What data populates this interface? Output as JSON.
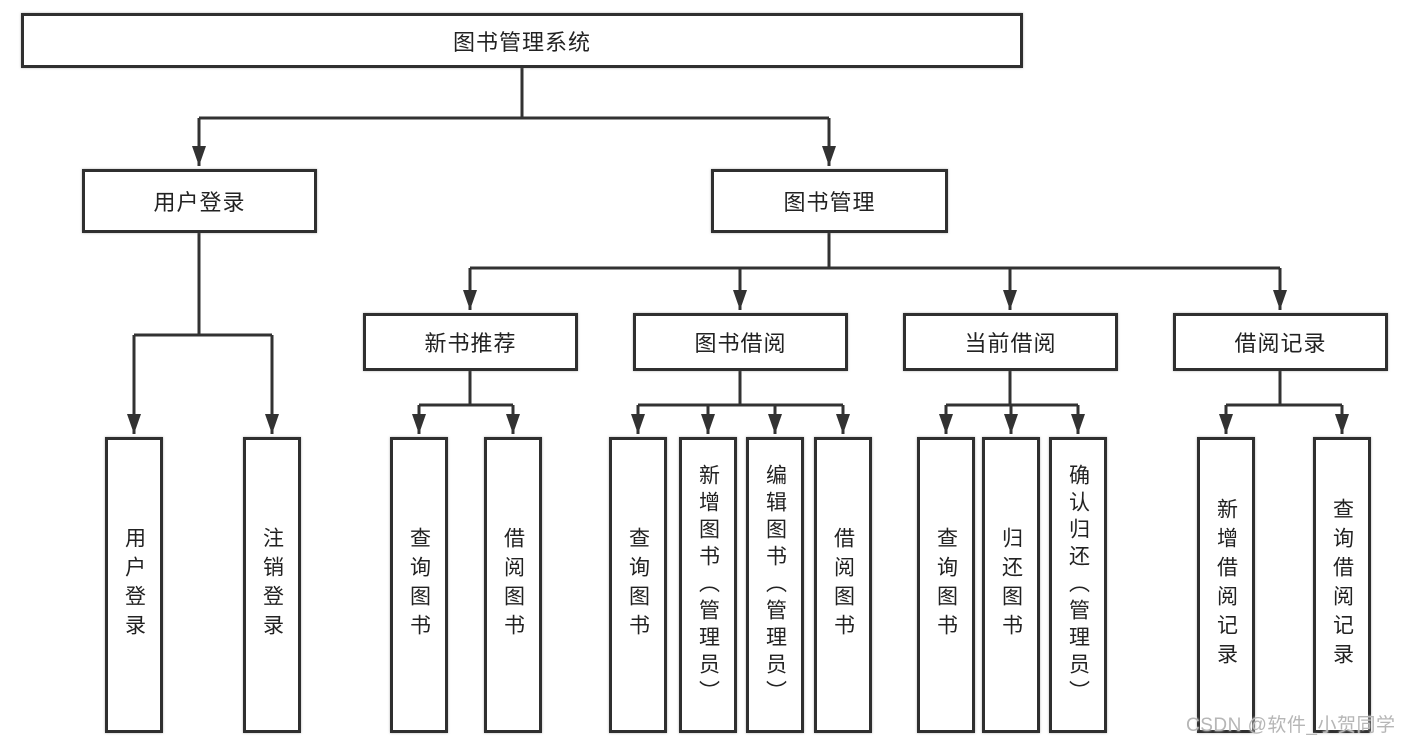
{
  "diagram": {
    "root": {
      "label": "图书管理系统"
    },
    "level2": {
      "user_login": {
        "label": "用户登录"
      },
      "book_management": {
        "label": "图书管理"
      }
    },
    "level3": {
      "new_book_recommend": {
        "label": "新书推荐"
      },
      "book_borrow": {
        "label": "图书借阅"
      },
      "current_borrow": {
        "label": "当前借阅"
      },
      "borrow_records": {
        "label": "借阅记录"
      }
    },
    "leaves": {
      "user_login": {
        "label": "用户登录"
      },
      "logout": {
        "label": "注销登录"
      },
      "recommend_query_books": {
        "label": "查询图书"
      },
      "recommend_borrow_books": {
        "label": "借阅图书"
      },
      "borrow_query_books": {
        "label": "查询图书"
      },
      "borrow_add_books_admin": {
        "label": "新增图书（管理员）"
      },
      "borrow_edit_books_admin": {
        "label": "编辑图书（管理员）"
      },
      "borrow_borrow_books": {
        "label": "借阅图书"
      },
      "current_query_books": {
        "label": "查询图书"
      },
      "current_return_books": {
        "label": "归还图书"
      },
      "current_confirm_return_admin": {
        "label": "确认归还（管理员）"
      },
      "records_add_record": {
        "label": "新增借阅记录"
      },
      "records_query_record": {
        "label": "查询借阅记录"
      }
    }
  },
  "watermark": {
    "text": "CSDN @软件_小贺同学"
  },
  "colors": {
    "line": "#323232",
    "box_border": "#2f2f2f",
    "text": "#222222",
    "watermark": "#b6b6b6"
  }
}
